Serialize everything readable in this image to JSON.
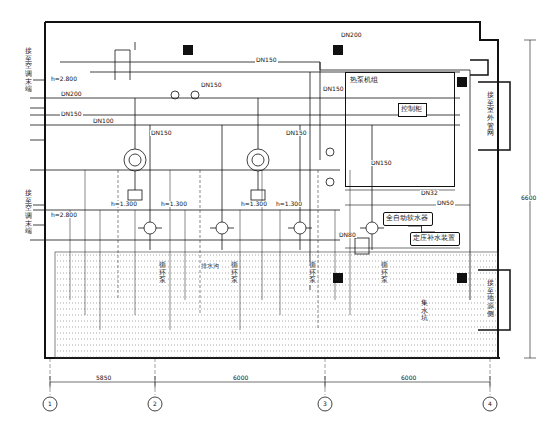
{
  "diagram": {
    "nodes": [
      {
        "text": [
          "热泵机组"
        ]
      },
      {
        "text": [
          "控制柜"
        ],
        "in": 0
      },
      {
        "text": [
          "全自动软水器"
        ]
      },
      {
        "text": [
          "定压补水装置"
        ]
      }
    ],
    "edges": [
      {
        "from": 2,
        "to": 3,
        "arrow": "none"
      }
    ],
    "labels": [
      "DN150",
      "DN150",
      "DN150",
      "DN150",
      "DN200",
      "DN150",
      "DN150",
      "DN100",
      "DN80",
      "DN150",
      "DN32",
      "DN50",
      "h=2.800",
      "h=2.800",
      "h=1.300",
      "h=1.300",
      "h=1.300",
      "h=1.300",
      "DN200",
      "5850",
      "6000",
      "6000",
      "6600",
      "接至空调末端",
      "接至空调末端",
      "接至室外管网",
      "接至地源侧",
      "排水沟",
      "1",
      "2",
      "3",
      "4",
      "循环泵",
      "循环泵",
      "循环泵",
      "循环泵",
      "集水坑"
    ]
  }
}
